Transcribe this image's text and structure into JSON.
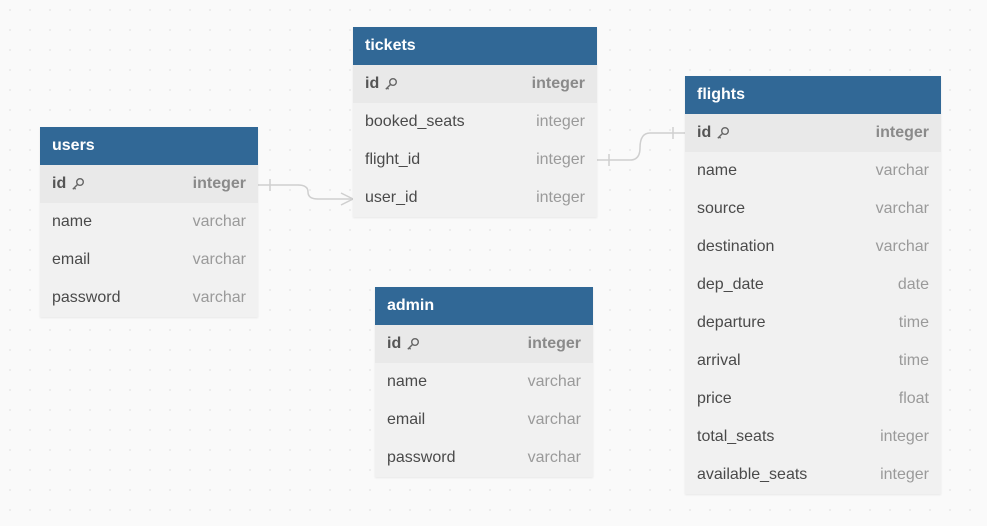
{
  "tables": {
    "users": {
      "name": "users",
      "fields": [
        {
          "name": "id",
          "type": "integer",
          "pk": true
        },
        {
          "name": "name",
          "type": "varchar"
        },
        {
          "name": "email",
          "type": "varchar"
        },
        {
          "name": "password",
          "type": "varchar"
        }
      ]
    },
    "tickets": {
      "name": "tickets",
      "fields": [
        {
          "name": "id",
          "type": "integer",
          "pk": true
        },
        {
          "name": "booked_seats",
          "type": "integer"
        },
        {
          "name": "flight_id",
          "type": "integer"
        },
        {
          "name": "user_id",
          "type": "integer"
        }
      ]
    },
    "admin": {
      "name": "admin",
      "fields": [
        {
          "name": "id",
          "type": "integer",
          "pk": true
        },
        {
          "name": "name",
          "type": "varchar"
        },
        {
          "name": "email",
          "type": "varchar"
        },
        {
          "name": "password",
          "type": "varchar"
        }
      ]
    },
    "flights": {
      "name": "flights",
      "fields": [
        {
          "name": "id",
          "type": "integer",
          "pk": true
        },
        {
          "name": "name",
          "type": "varchar"
        },
        {
          "name": "source",
          "type": "varchar"
        },
        {
          "name": "destination",
          "type": "varchar"
        },
        {
          "name": "dep_date",
          "type": "date"
        },
        {
          "name": "departure",
          "type": "time"
        },
        {
          "name": "arrival",
          "type": "time"
        },
        {
          "name": "price",
          "type": "float"
        },
        {
          "name": "total_seats",
          "type": "integer"
        },
        {
          "name": "available_seats",
          "type": "integer"
        }
      ]
    }
  },
  "relationships": [
    {
      "from": "tickets.user_id",
      "to": "users.id",
      "type": "many-to-one"
    },
    {
      "from": "tickets.flight_id",
      "to": "flights.id",
      "type": "one-to-one"
    }
  ],
  "colors": {
    "header": "#316896",
    "connector": "#cfcfcf"
  },
  "icons": {
    "primary_key": "key-icon"
  }
}
